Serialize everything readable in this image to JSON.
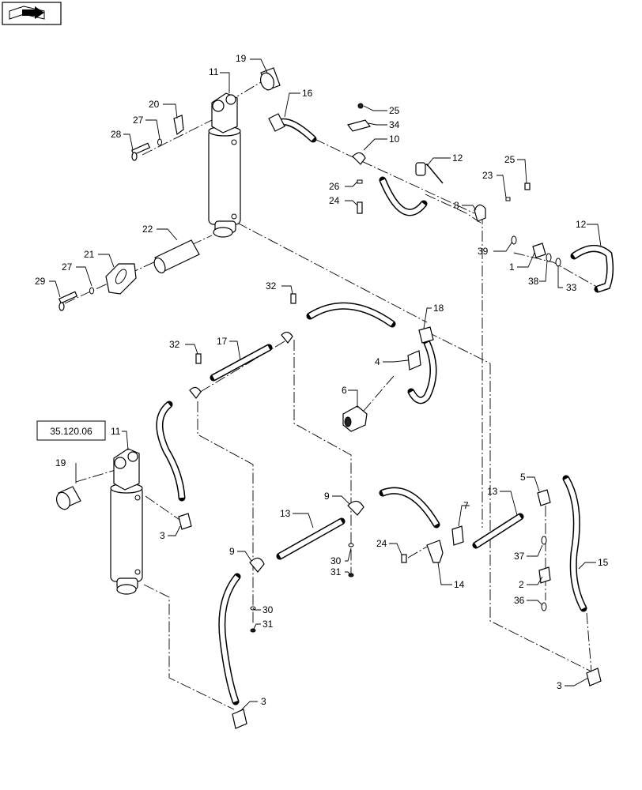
{
  "reference_box": {
    "label": "35.120.06"
  },
  "nav_icon": {
    "icon": "book-arrow-icon"
  },
  "callouts": [
    {
      "id": "c19a",
      "label": "19"
    },
    {
      "id": "c11a",
      "label": "11"
    },
    {
      "id": "c20",
      "label": "20"
    },
    {
      "id": "c27a",
      "label": "27"
    },
    {
      "id": "c28",
      "label": "28"
    },
    {
      "id": "c22",
      "label": "22"
    },
    {
      "id": "c21",
      "label": "21"
    },
    {
      "id": "c27b",
      "label": "27"
    },
    {
      "id": "c29",
      "label": "29"
    },
    {
      "id": "c16",
      "label": "16"
    },
    {
      "id": "c25a",
      "label": "25"
    },
    {
      "id": "c34",
      "label": "34"
    },
    {
      "id": "c10",
      "label": "10"
    },
    {
      "id": "c26",
      "label": "26"
    },
    {
      "id": "c24a",
      "label": "24"
    },
    {
      "id": "c12a",
      "label": "12"
    },
    {
      "id": "c23",
      "label": "23"
    },
    {
      "id": "c25b",
      "label": "25"
    },
    {
      "id": "c8",
      "label": "8"
    },
    {
      "id": "c12b",
      "label": "12"
    },
    {
      "id": "c39",
      "label": "39"
    },
    {
      "id": "c1",
      "label": "1"
    },
    {
      "id": "c38",
      "label": "38"
    },
    {
      "id": "c33",
      "label": "33"
    },
    {
      "id": "c32a",
      "label": "32"
    },
    {
      "id": "c18",
      "label": "18"
    },
    {
      "id": "c32b",
      "label": "32"
    },
    {
      "id": "c17",
      "label": "17"
    },
    {
      "id": "c4",
      "label": "4"
    },
    {
      "id": "c6",
      "label": "6"
    },
    {
      "id": "c11b",
      "label": "11"
    },
    {
      "id": "c19b",
      "label": "19"
    },
    {
      "id": "c3a",
      "label": "3"
    },
    {
      "id": "c9a",
      "label": "9"
    },
    {
      "id": "c13a",
      "label": "13"
    },
    {
      "id": "c9b",
      "label": "9"
    },
    {
      "id": "c30a",
      "label": "30"
    },
    {
      "id": "c31a",
      "label": "31"
    },
    {
      "id": "c30b",
      "label": "30"
    },
    {
      "id": "c31b",
      "label": "31"
    },
    {
      "id": "c3b",
      "label": "3"
    },
    {
      "id": "c7",
      "label": "7"
    },
    {
      "id": "c24b",
      "label": "24"
    },
    {
      "id": "c14",
      "label": "14"
    },
    {
      "id": "c13b",
      "label": "13"
    },
    {
      "id": "c5",
      "label": "5"
    },
    {
      "id": "c37",
      "label": "37"
    },
    {
      "id": "c2",
      "label": "2"
    },
    {
      "id": "c36",
      "label": "36"
    },
    {
      "id": "c15",
      "label": "15"
    },
    {
      "id": "c3c",
      "label": "3"
    }
  ]
}
